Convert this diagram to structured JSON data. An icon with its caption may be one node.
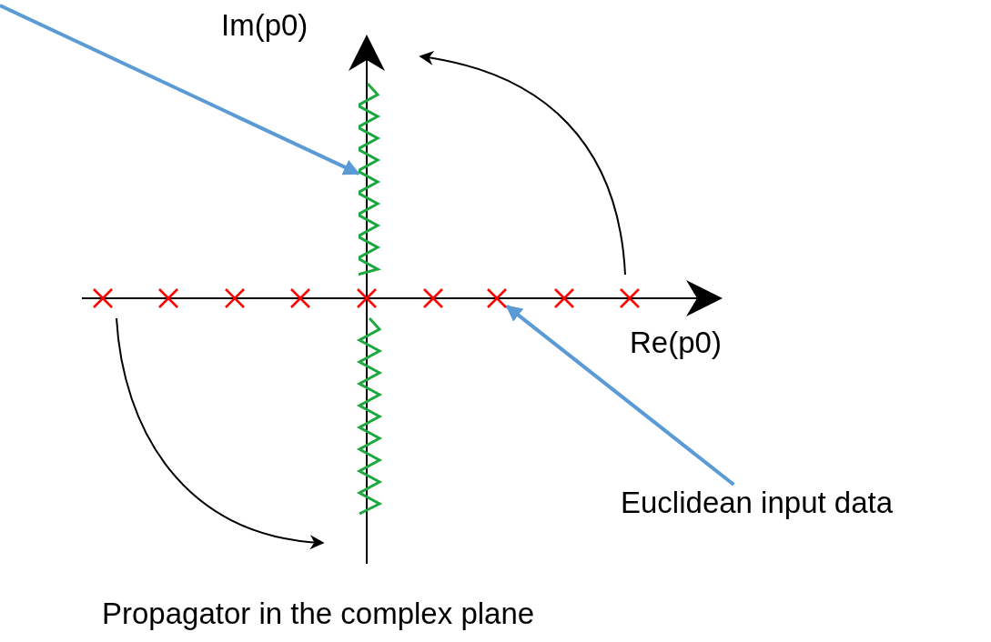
{
  "diagram": {
    "caption": "Propagator in the complex plane",
    "nodes": [
      {
        "text": [
          "Euclidean input data"
        ]
      },
      {
        "text": [],
        "shape": "zigzag"
      },
      {
        "text": [],
        "shape": "cross"
      }
    ],
    "edges": [
      {
        "from": null,
        "to": 1,
        "arrow": "to",
        "color": "#5b9bd5"
      },
      {
        "from": 0,
        "to": 2,
        "arrow": "to",
        "color": "#5b9bd5"
      }
    ],
    "labels": [
      "Im(p0)",
      "Re(p0)"
    ]
  }
}
